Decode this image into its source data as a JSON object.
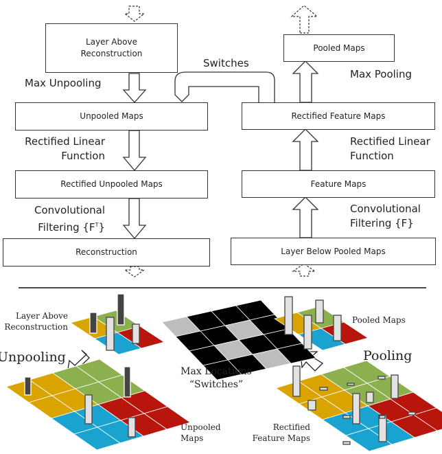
{
  "left_column": {
    "layer_above": "Layer Above\nReconstruction",
    "max_unpooling": "Max Unpooling",
    "unpooled_maps": "Unpooled Maps",
    "rectified_linear_1": "Rectified Linear",
    "rectified_linear_2": "Function",
    "rectified_unpooled": "Rectified Unpooled Maps",
    "conv_1": "Convolutional",
    "conv_2": "Filtering {F",
    "conv_sup": "T",
    "conv_close": "}",
    "reconstruction": "Reconstruction"
  },
  "right_column": {
    "pooled_maps": "Pooled Maps",
    "max_pooling": "Max Pooling",
    "rectified_feature": "Rectified Feature Maps",
    "rectified_linear_1": "Rectified Linear",
    "rectified_linear_2": "Function",
    "feature_maps": "Feature Maps",
    "conv_1": "Convolutional",
    "conv_2": "Filtering {F}",
    "layer_below": "Layer Below Pooled Maps"
  },
  "switches_label": "Switches",
  "bottom": {
    "layer_above_1": "Layer Above",
    "layer_above_2": "Reconstruction",
    "unpooling": "Unpooling",
    "max_locations_1": "Max Locations",
    "max_locations_2": "“Switches”",
    "unpooled_1": "Unpooled",
    "unpooled_2": "Maps",
    "pooled_maps": "Pooled Maps",
    "pooling": "Pooling",
    "rectified_1": "Rectified",
    "rectified_2": "Feature Maps"
  },
  "colors": {
    "yellow": "#d9a400",
    "green": "#8db04f",
    "blue": "#1ba3cf",
    "red": "#b8160c",
    "bar_dark": "#444444",
    "bar_light": "#e2e2e2",
    "switch_on": "#bdbdbd",
    "switch_off": "#000000"
  },
  "switch_grid": [
    [
      1,
      0,
      0,
      0
    ],
    [
      0,
      0,
      1,
      0
    ],
    [
      0,
      1,
      0,
      0
    ],
    [
      0,
      0,
      1,
      0
    ]
  ]
}
